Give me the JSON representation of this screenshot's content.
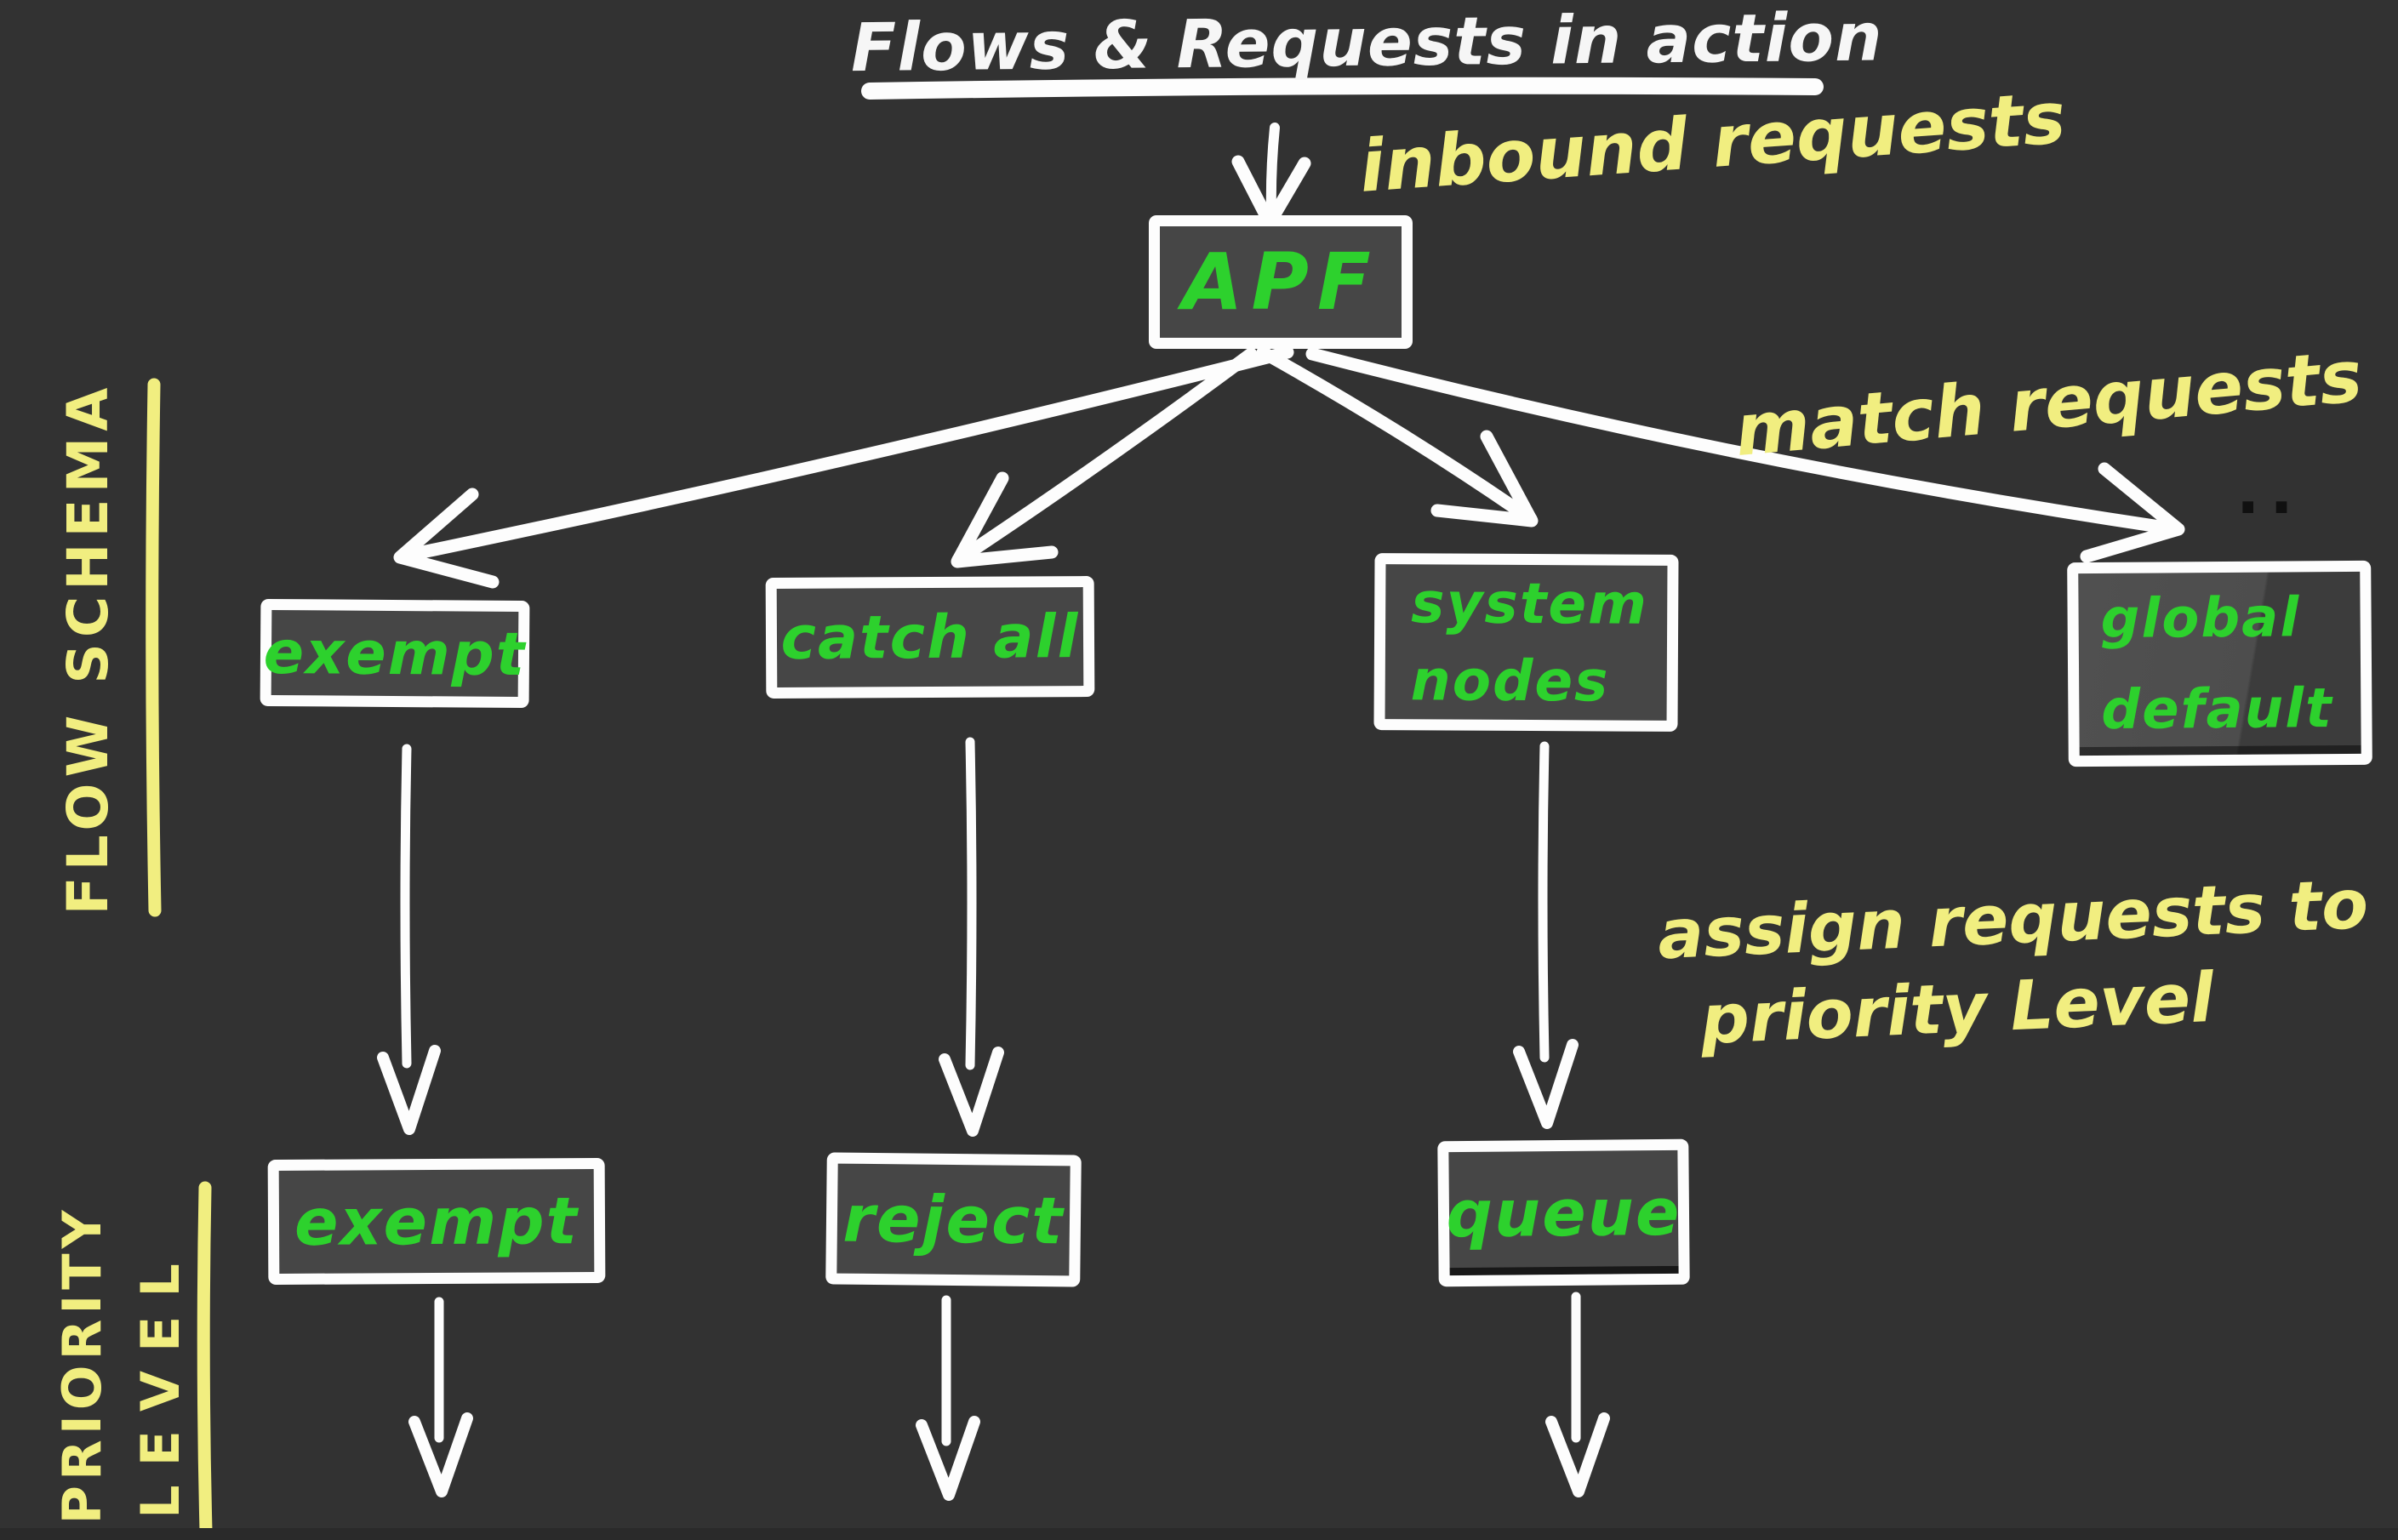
{
  "title": "Flows & Requests in action",
  "labels": {
    "inbound": "inbound requests",
    "match": "match requests",
    "assign_line1": "assign requests to",
    "assign_line2": "priority Level",
    "flow_schema": "FLOW SCHEMA",
    "priority": "PRIORITY",
    "level": "LEVEL",
    "stray_mark": ".."
  },
  "nodes": {
    "root": "APF",
    "flow_schemas": [
      {
        "line1": "exempt"
      },
      {
        "line1": "catch all"
      },
      {
        "line1": "system",
        "line2": "nodes"
      },
      {
        "line1": "global",
        "line2": "default"
      }
    ],
    "priority_levels": [
      {
        "line1": "exempt"
      },
      {
        "line1": "reject"
      },
      {
        "line1": "queue"
      }
    ]
  },
  "colors": {
    "background": "#323232",
    "box_fill": "#464646",
    "box_border": "#ffffff",
    "node_text": "#2dd12d",
    "annotation_text": "#f1ee80",
    "connector_stroke": "#fdfdfd",
    "stray_mark": "#101010"
  }
}
